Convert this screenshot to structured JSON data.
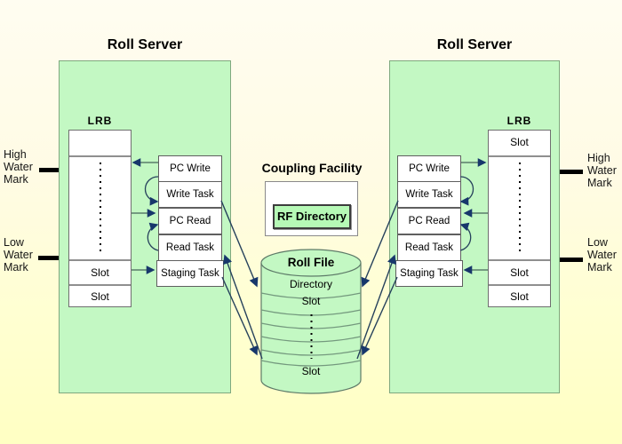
{
  "left_server": {
    "title": "Roll Server",
    "lrb": {
      "label": "LRB",
      "slot1": "Slot",
      "slot2": "Slot"
    },
    "tasks": [
      "PC Write",
      "Write Task",
      "PC Read",
      "Read Task",
      "Staging Task"
    ]
  },
  "right_server": {
    "title": "Roll Server",
    "lrb": {
      "label": "LRB",
      "top_slot": "Slot",
      "slot1": "Slot",
      "slot2": "Slot"
    },
    "tasks": [
      "PC Write",
      "Write Task",
      "PC Read",
      "Read Task",
      "Staging Task"
    ]
  },
  "coupling_facility": {
    "title": "Coupling Facility",
    "rf_directory_label": "RF Directory"
  },
  "roll_file": {
    "title": "Roll File",
    "directory_label": "Directory",
    "top_slot": "Slot",
    "bottom_slot": "Slot"
  },
  "watermarks": {
    "high_lines": [
      "High",
      "Water",
      "Mark"
    ],
    "low_lines": [
      "Low",
      "Water",
      "Mark"
    ]
  },
  "colors": {
    "server_box_green": "#c3f8c3",
    "rf_directory_green": "#b6f9b6",
    "background_top": "#fffdf1",
    "background_bottom": "#ffffc3",
    "arrowhead_navy": "#17376b",
    "line_green_gray": "#44635a",
    "tick_black": "#000000"
  }
}
